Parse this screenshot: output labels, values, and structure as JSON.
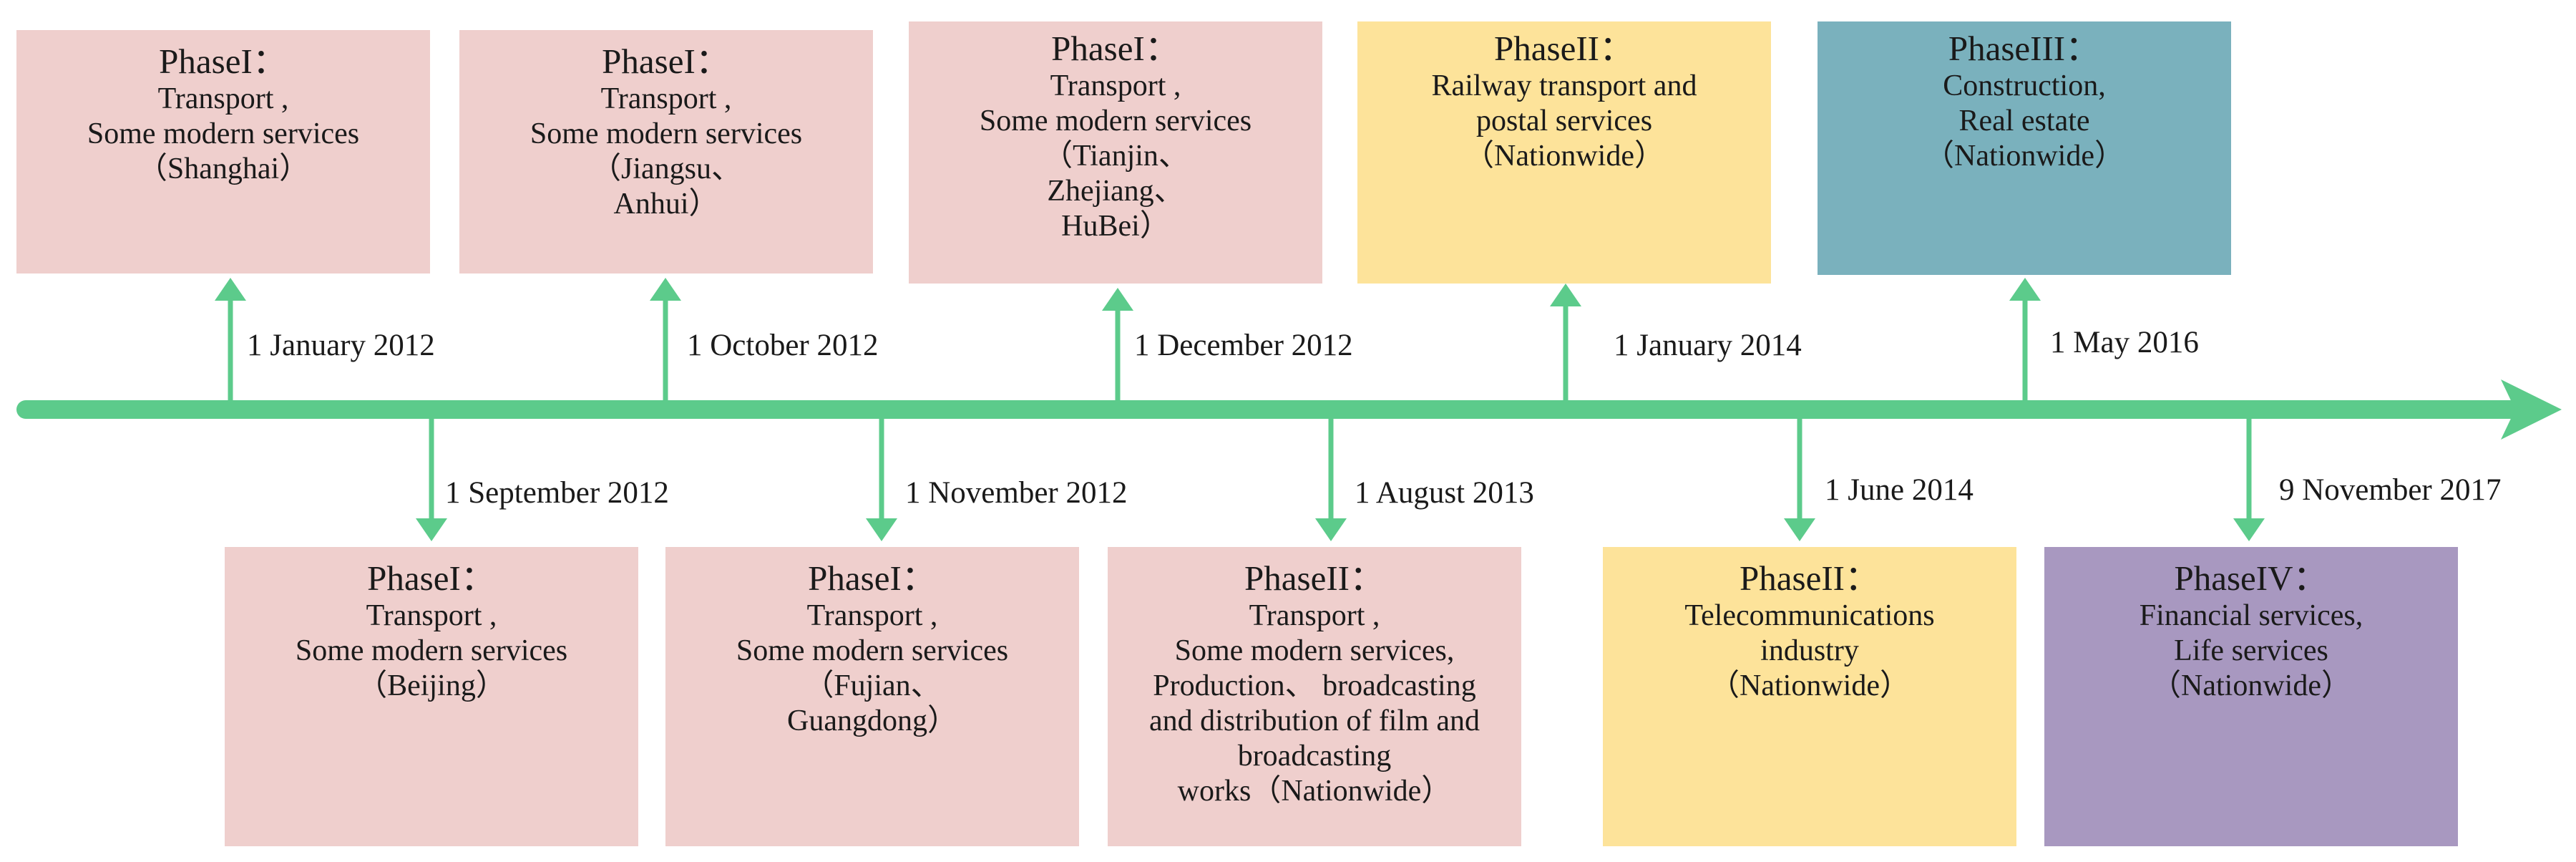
{
  "colors": {
    "line": "#5ccb8b",
    "pink": "#efcfcd",
    "yellow": "#fde39a",
    "teal": "#7ab1bd",
    "purple": "#a898c0"
  },
  "top_events": [
    {
      "date": "1 January 2012",
      "phase": "PhaseI：",
      "desc": "Transport ,\nSome modern services\n（Shanghai）"
    },
    {
      "date": "1 October 2012",
      "phase": "PhaseI：",
      "desc": "Transport ,\nSome modern services\n（Jiangsu、\nAnhui）"
    },
    {
      "date": "1 December 2012",
      "phase": "PhaseI：",
      "desc": "Transport ,\nSome modern services\n（Tianjin、\nZhejiang、\nHuBei）"
    },
    {
      "date": "1 January 2014",
      "phase": "PhaseII：",
      "desc": "Railway transport and\npostal services\n（Nationwide）"
    },
    {
      "date": "1 May 2016",
      "phase": "PhaseIII：",
      "desc": "Construction,\nReal estate\n（Nationwide）"
    }
  ],
  "bottom_events": [
    {
      "date": "1 September 2012",
      "phase": "PhaseI：",
      "desc": "Transport ,\nSome modern services\n（Beijing）"
    },
    {
      "date": "1 November 2012",
      "phase": "PhaseI：",
      "desc": "Transport ,\nSome modern services\n（Fujian、\nGuangdong）"
    },
    {
      "date": "1 August 2013",
      "phase": "PhaseII：",
      "desc": "Transport ,\nSome modern services,\nProduction、 broadcasting\nand distribution of film and\nbroadcasting\nworks（Nationwide）"
    },
    {
      "date": "1 June 2014",
      "phase": "PhaseII：",
      "desc": "Telecommunications\nindustry\n（Nationwide）"
    },
    {
      "date": "9 November 2017",
      "phase": "PhaseIV：",
      "desc": "Financial services,\nLife services\n（Nationwide）"
    }
  ]
}
